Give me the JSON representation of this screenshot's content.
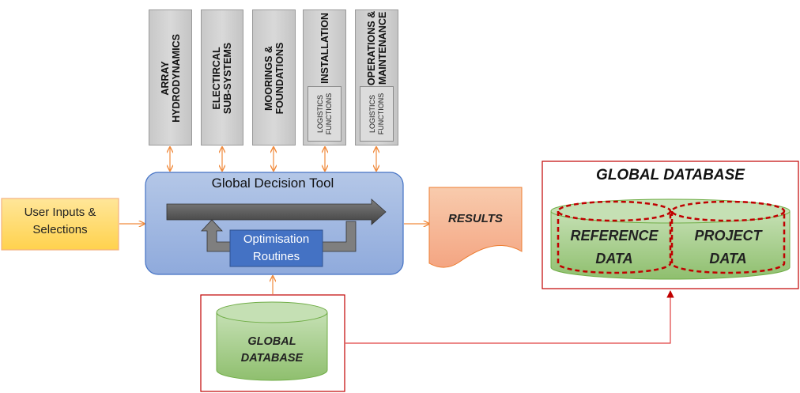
{
  "modules": [
    {
      "id": "array",
      "label": "ARRAY\nHYDRODYNAMICS"
    },
    {
      "id": "electrical",
      "label": "ELECTIRCAL\nSUB-SYSTEMS"
    },
    {
      "id": "moorings",
      "label": "MOORINGS &\nFOUNDATIONS"
    },
    {
      "id": "installation",
      "label": "INSTALLATION",
      "sub_label": "LOGISTICS\nFUNCTIONS"
    },
    {
      "id": "om",
      "label": "OPERATIONS &\nMAINTENANCE",
      "sub_label": "LOGISTICS\nFUNCTIONS"
    }
  ],
  "user_inputs": "User Inputs &\nSelections",
  "gdt": {
    "title": "Global Decision Tool",
    "optimisation": "Optimisation\nRoutines"
  },
  "results": "RESULTS",
  "global_db_bottom": "GLOBAL\nDATABASE",
  "global_db_panel": {
    "title": "GLOBAL DATABASE",
    "reference": "REFERENCE\nDATA",
    "project": "PROJECT\nDATA"
  },
  "colors": {
    "module_fill": "#d0d0d0",
    "arrow_orange": "#f4a460",
    "gdt_fill": "#8ea9db",
    "opt_fill": "#4472c4",
    "results_fill": "#f4b183",
    "db_green": "#a9d18e",
    "red": "#c00000",
    "user_fill": "#ffd966"
  }
}
